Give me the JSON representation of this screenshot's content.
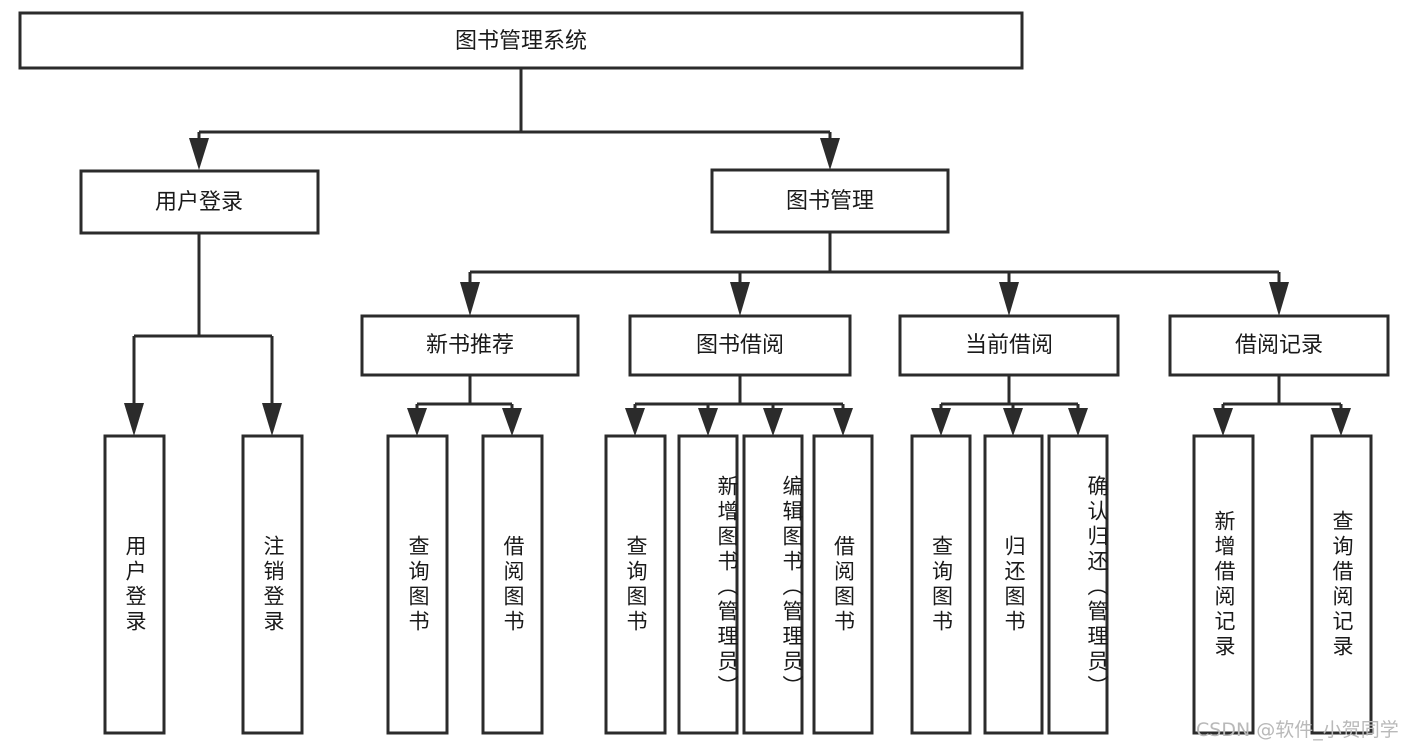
{
  "diagram": {
    "title": "图书管理系统",
    "type": "tree",
    "orientation": "top-down",
    "colors": {
      "box_fill": "#ffffff",
      "box_stroke": "#2b2b2b",
      "text": "#1a1a1a",
      "watermark": "#b9b9b9",
      "background": "#ffffff"
    },
    "root": {
      "label": "图书管理系统"
    },
    "level2": [
      {
        "label": "用户登录"
      },
      {
        "label": "图书管理"
      }
    ],
    "level3": [
      {
        "label": "新书推荐"
      },
      {
        "label": "图书借阅"
      },
      {
        "label": "当前借阅"
      },
      {
        "label": "借阅记录"
      }
    ],
    "leaves": {
      "user_login": [
        {
          "label": "用户登录"
        },
        {
          "label": "注销登录"
        }
      ],
      "new_book_recommend": [
        {
          "label": "查询图书"
        },
        {
          "label": "借阅图书"
        }
      ],
      "book_borrow": [
        {
          "label": "查询图书"
        },
        {
          "label": "新增图书（管理员）"
        },
        {
          "label": "编辑图书（管理员）"
        },
        {
          "label": "借阅图书"
        }
      ],
      "current_borrow": [
        {
          "label": "查询图书"
        },
        {
          "label": "归还图书"
        },
        {
          "label": "确认归还（管理员）"
        }
      ],
      "borrow_record": [
        {
          "label": "新增借阅记录"
        },
        {
          "label": "查询借阅记录"
        }
      ]
    }
  },
  "watermark": {
    "text": "CSDN @软件_小贺同学"
  }
}
